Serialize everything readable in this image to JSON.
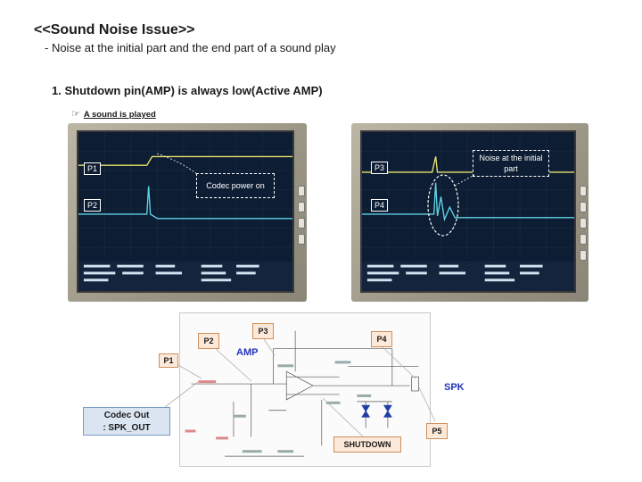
{
  "slide": {
    "title": "<<Sound Noise Issue>>",
    "subtitle": "- Noise at the initial part and the end part of a sound play",
    "section": "1. Shutdown pin(AMP) is always low(Active AMP)",
    "caption": "A sound is played"
  },
  "scope_left": {
    "p1": "P1",
    "p2": "P2",
    "callout": "Codec power on"
  },
  "scope_right": {
    "p3": "P3",
    "p4": "P4",
    "callout": "Noise at the initial part"
  },
  "schematic": {
    "p1": "P1",
    "p2": "P2",
    "p3": "P3",
    "p4": "P4",
    "p5": "P5",
    "amp": "AMP",
    "spk": "SPK",
    "codec_line1": "Codec Out",
    "codec_line2": ": SPK_OUT",
    "shutdown": "SHUTDOWN"
  },
  "colors": {
    "accent_blue": "#2233bb",
    "callout_orange_fill": "#fde9d9",
    "callout_blue_fill": "#dbe5f1",
    "trace_yellow": "#e8e26a",
    "trace_cyan": "#5fd3e6"
  }
}
